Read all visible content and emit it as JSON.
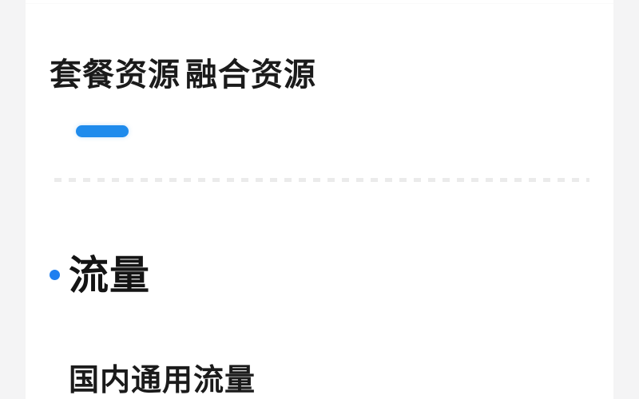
{
  "theme": {
    "page_background": "#f4f4f5",
    "card_background": "#ffffff",
    "accent_blue": "#1f8bec",
    "bullet_blue": "#1f7ff0",
    "text_primary": "#1b1b1b",
    "divider_gray": "#ebebeb"
  },
  "tabs": {
    "items": [
      {
        "label": "套餐资源",
        "selected": true
      },
      {
        "label": "融合资源",
        "selected": false
      }
    ]
  },
  "sections": [
    {
      "title": "流量",
      "bullet": "blue-dot",
      "items": [
        {
          "name": "国内通用流量"
        }
      ]
    }
  ]
}
